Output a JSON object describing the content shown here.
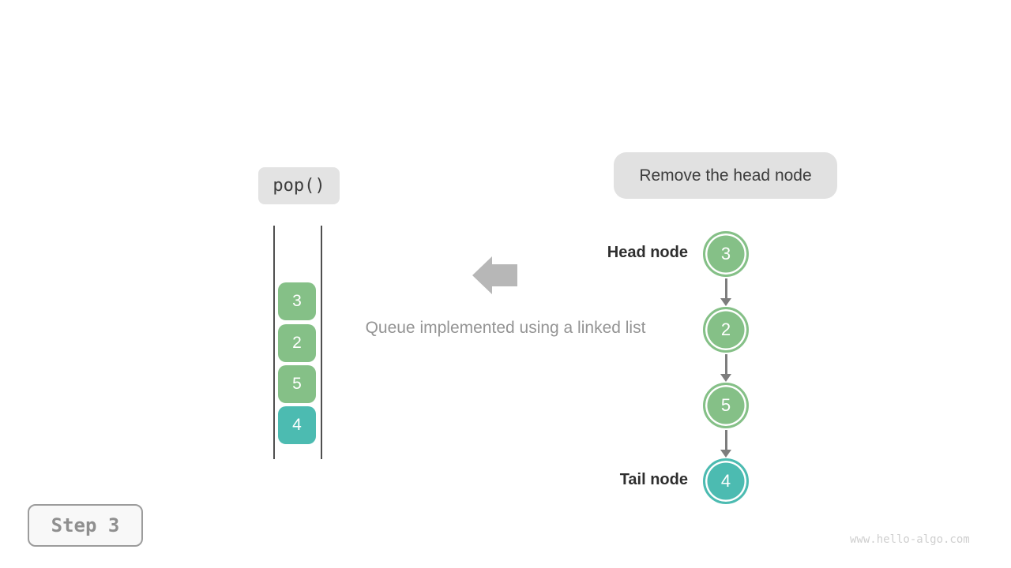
{
  "operation": {
    "label": "pop()"
  },
  "annotation": {
    "label": "Remove the head node"
  },
  "caption": "Queue implemented using a linked list",
  "step_badge": {
    "label": "Step 3"
  },
  "watermark": "www.hello-algo.com",
  "colors": {
    "green": "#85c087",
    "teal": "#4cbbb1",
    "arrow_gray": "#b7b7b7",
    "connector_gray": "#7d7d7d"
  },
  "queue_stack": {
    "items": [
      {
        "value": "3"
      },
      {
        "value": "2"
      },
      {
        "value": "5"
      },
      {
        "value": "4"
      }
    ]
  },
  "linked_list": {
    "head_label": "Head node",
    "tail_label": "Tail node",
    "nodes": [
      {
        "value": "3"
      },
      {
        "value": "2"
      },
      {
        "value": "5"
      },
      {
        "value": "4"
      }
    ]
  }
}
